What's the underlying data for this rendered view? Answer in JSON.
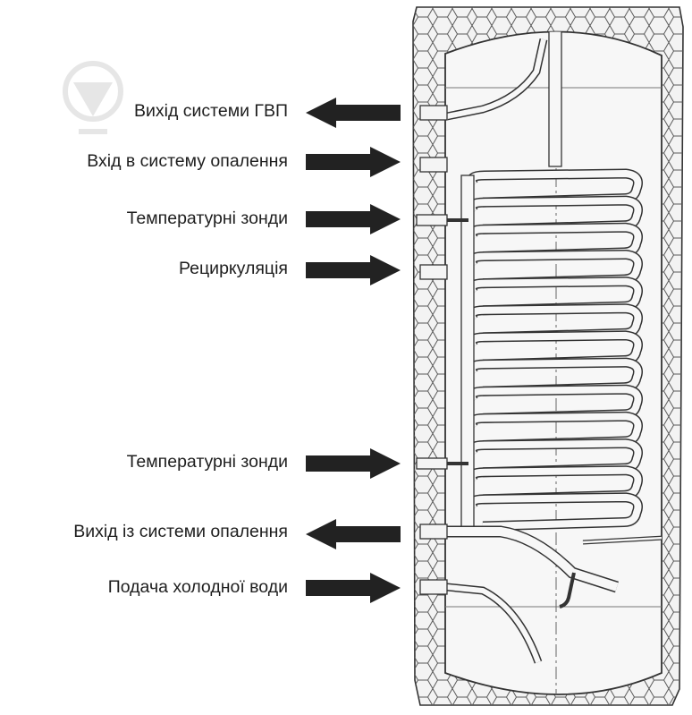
{
  "labels": [
    {
      "text": "Вихід системи ГВП",
      "direction": "out"
    },
    {
      "text": "Вхід в систему опалення",
      "direction": "in"
    },
    {
      "text": "Температурні зонди",
      "direction": "in"
    },
    {
      "text": "Рециркуляція",
      "direction": "in"
    },
    {
      "text": "Температурні зонди",
      "direction": "in"
    },
    {
      "text": "Вихід із системи опалення",
      "direction": "out"
    },
    {
      "text": "Подача холодної води",
      "direction": "in"
    }
  ],
  "colors": {
    "arrow": "#222222",
    "text": "#1e1e1e",
    "line": "#444444",
    "tank_fill": "#f7f7f7",
    "insulation_fill": "#f3f3f3"
  },
  "icons": [
    "watermark-logo-icon"
  ]
}
